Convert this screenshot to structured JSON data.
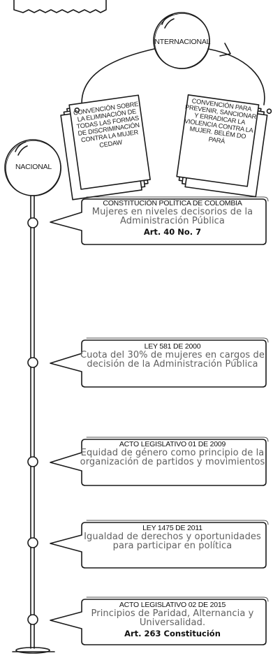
{
  "internacional": {
    "label": "INTERNACIONAL",
    "docs": [
      {
        "text": "CONVENCIÓN SOBRE LA ELIMINACIÓN DE TODAS LAS FORMAS DE DISCRIMINACIÓN CONTRA LA MUJER CEDAW"
      },
      {
        "text": "CONVENCIÓN PARA PREVENIR, SANCIONAR Y ERRADICAR LA VIOLENCIA CONTRA LA MUJER. BELÉM DO PARÁ"
      }
    ]
  },
  "nacional": {
    "label": "NACIONAL",
    "items": [
      {
        "title": "CONSTITUCIÓN POLÍTICA DE COLOMBIA",
        "desc": "Mujeres en niveles decisorios de la Administración Pública",
        "ref": "Art. 40 No. 7"
      },
      {
        "title": "LEY 581 DE 2000",
        "desc": "Cuota del 30% de mujeres en cargos de decisión de la Administración Pública",
        "ref": ""
      },
      {
        "title": "ACTO LEGISLATIVO 01 DE 2009",
        "desc": "Equidad de género como principio de la organización de partidos y movimientos",
        "ref": ""
      },
      {
        "title": "LEY 1475 DE 2011",
        "desc": "Igualdad de derechos y oportunidades para participar en política",
        "ref": ""
      },
      {
        "title": "ACTO LEGISLATIVO 02 DE 2015",
        "desc": "Principios de Paridad, Alternancia y Universalidad.",
        "ref": "Art. 263 Constitución"
      }
    ]
  }
}
